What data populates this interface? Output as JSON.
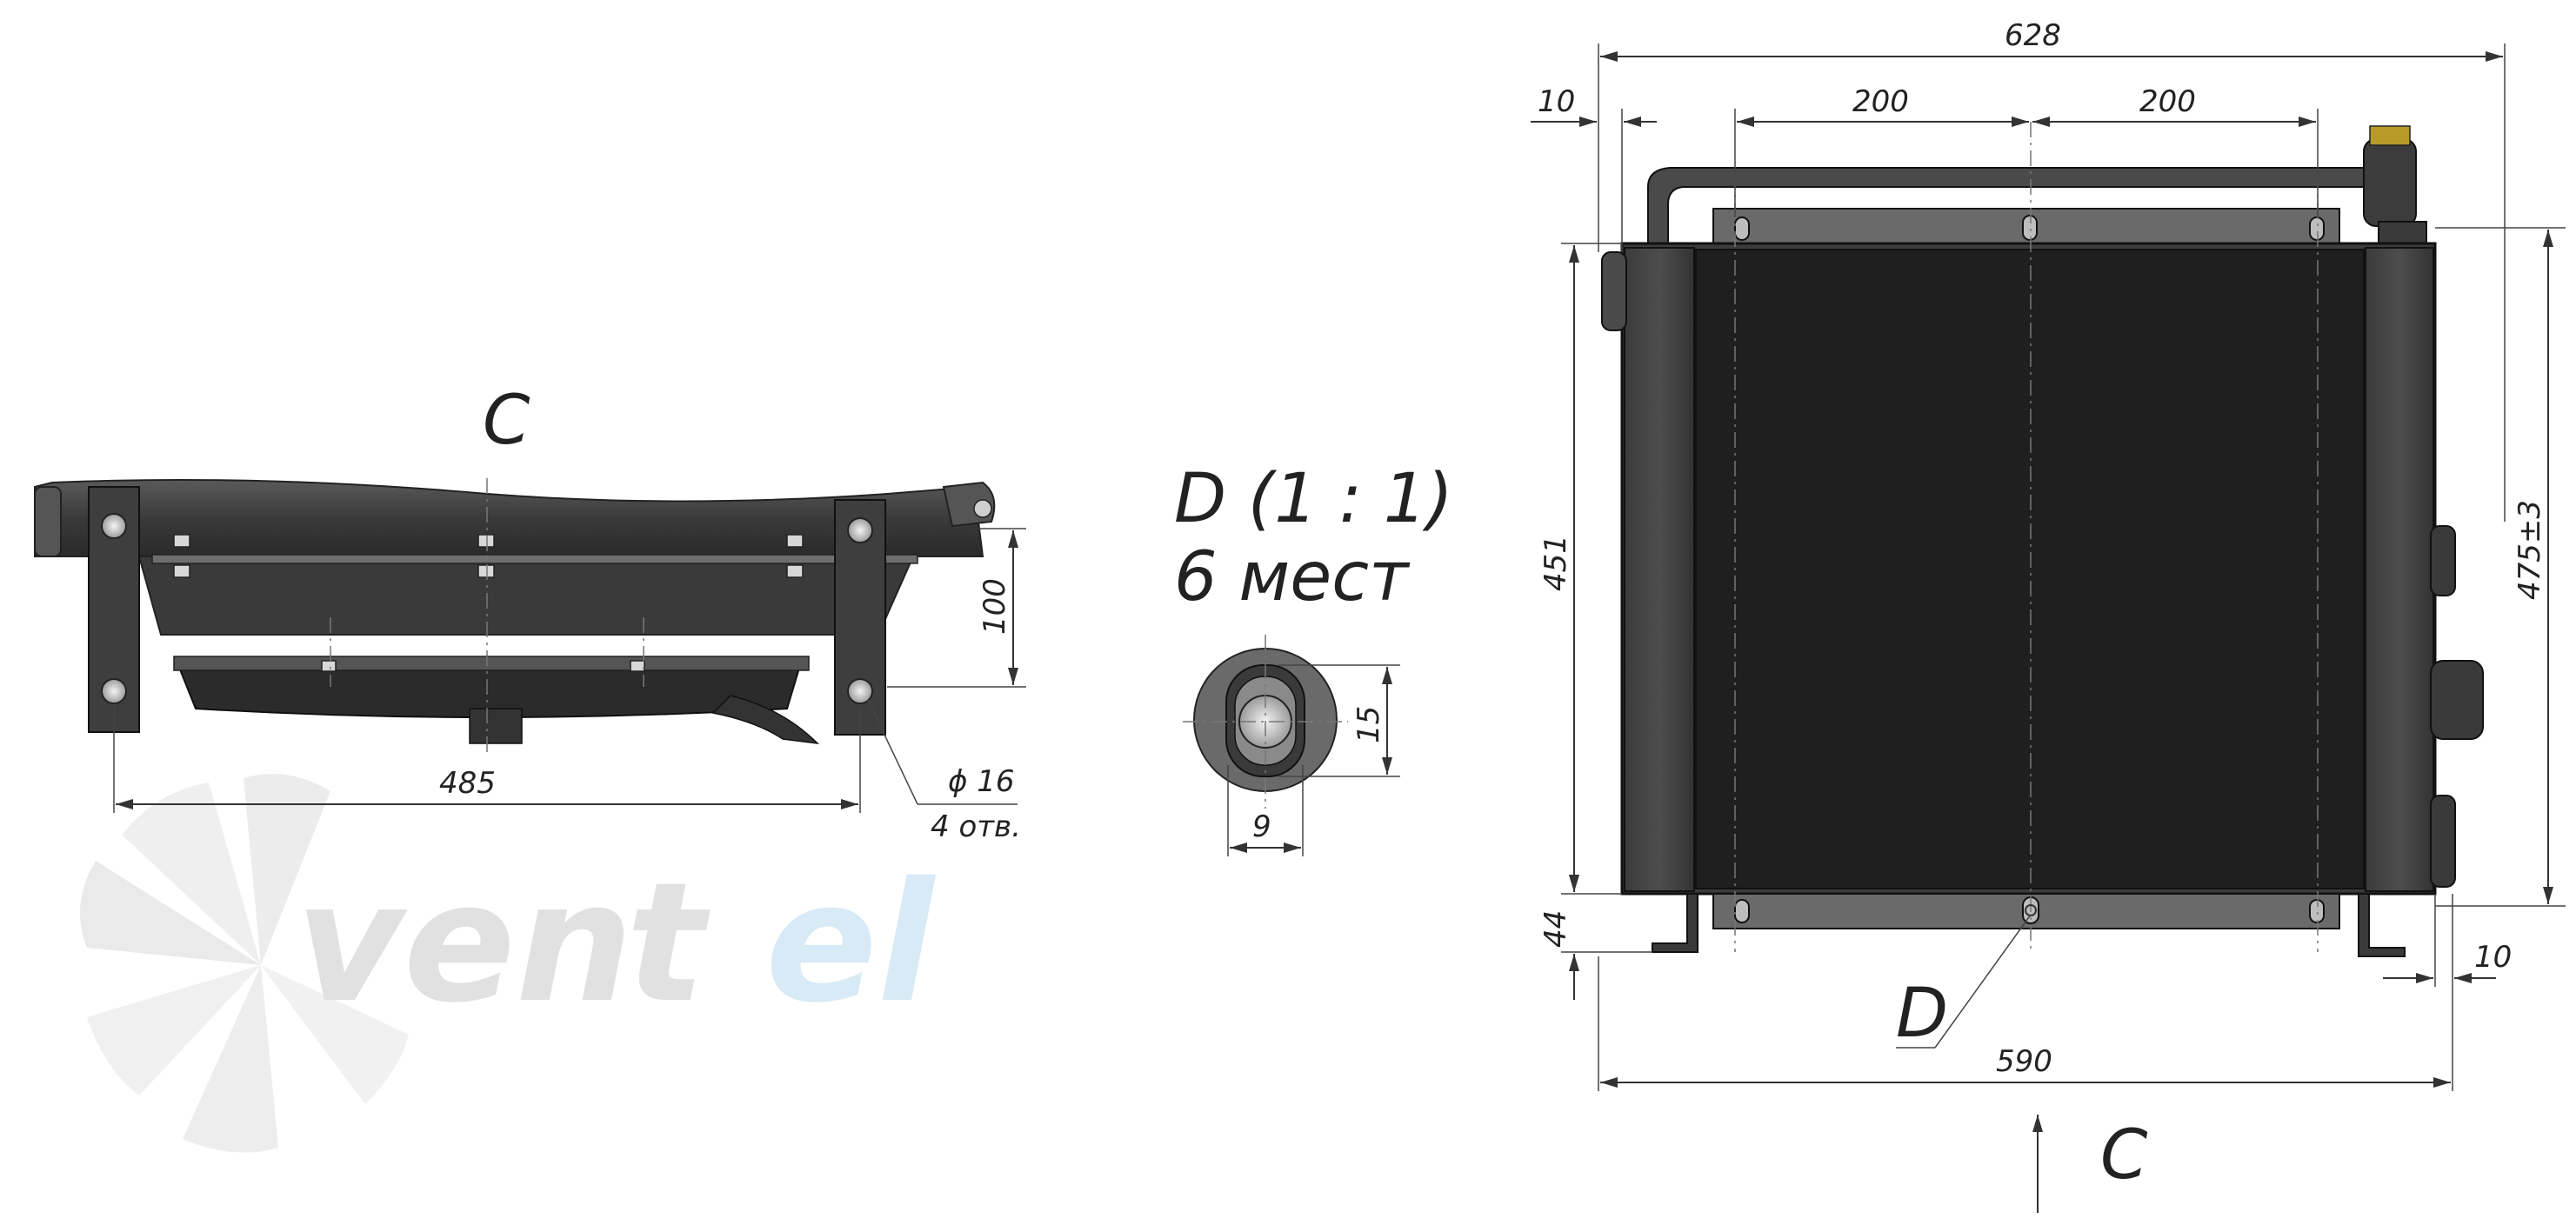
{
  "side_view": {
    "view_label": "C",
    "dim_height": "100",
    "dim_width": "485",
    "hole_diameter": "ϕ 16",
    "hole_count": "4 отв."
  },
  "detail": {
    "title_line1": "D (1 : 1)",
    "title_line2": "6 мест",
    "dim_slot_length": "15",
    "dim_slot_width": "9"
  },
  "front_view": {
    "dim_overall_width": "628",
    "dim_edge_offset": "10",
    "dim_pitch_1": "200",
    "dim_pitch_2": "200",
    "dim_height": "451",
    "dim_height_total": "475±3",
    "dim_bottom": "44",
    "dim_right_offset": "10",
    "dim_base_width": "590",
    "detail_callout": "D",
    "view_arrow_label": "C"
  },
  "watermark": {
    "text_grey": "ven",
    "text_grey2": "t",
    "text_blue": "el",
    "grey_color": "#c8c8c8",
    "blue_color": "#b9d9ef"
  },
  "colors": {
    "body_dark": "#3c3c3c",
    "core": "#1f1f1f",
    "frame": "#4a4a4a",
    "line": "#333333"
  }
}
